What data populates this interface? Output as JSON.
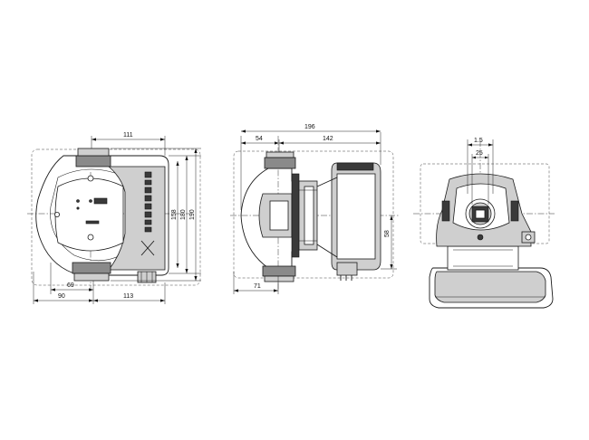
{
  "drawing": {
    "front_view": {
      "dims": {
        "top_width": "111",
        "left_half_small": "69",
        "left_half": "90",
        "right_half": "113",
        "height_inner": "158",
        "height_mid": "180",
        "height_total": "190"
      }
    },
    "side_view": {
      "dims": {
        "total_length": "196",
        "port_length": "54",
        "motor_length": "142",
        "axis_offset": "71",
        "axis_height": "58"
      }
    },
    "end_view": {
      "dims": {
        "thread": "1.5",
        "bore": "25"
      }
    }
  }
}
